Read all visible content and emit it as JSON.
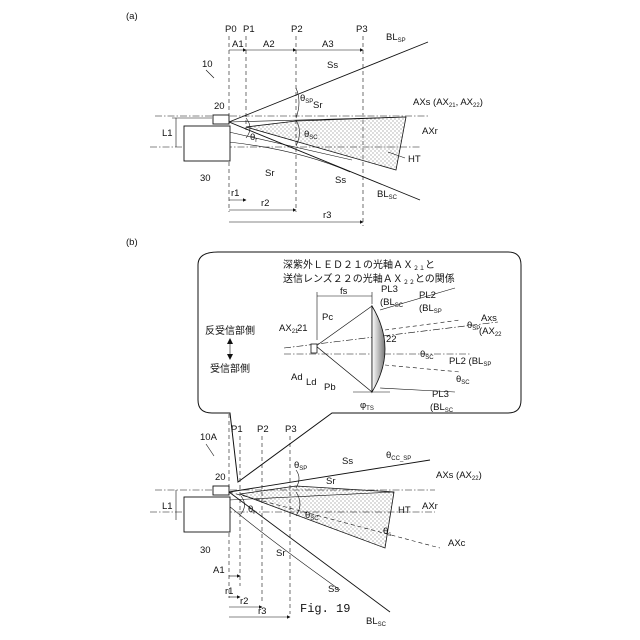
{
  "panel_a": {
    "panel_label": "(a)",
    "device_label": "10",
    "led_label": "20",
    "body_label": "30",
    "width_label": "L1",
    "positions": [
      "P0",
      "P1",
      "P2",
      "P3"
    ],
    "intervals": [
      "A1",
      "A2",
      "A3"
    ],
    "radii": [
      "r1",
      "r2",
      "r3"
    ],
    "rays": {
      "bl_sp": "BL",
      "bl_sp_sub": "SP",
      "bl_sc": "BL",
      "bl_sc_sub": "SC",
      "ss_upper": "Ss",
      "ss_lower": "Ss",
      "sr_upper": "Sr",
      "sr_lower": "Sr"
    },
    "axes": {
      "axs": "AXs (AX",
      "axs_sub1": "21",
      "axs_mid": ", AX",
      "axs_sub2": "22",
      "axs_end": ")",
      "axr": "AXr",
      "ht": "HT"
    },
    "angles": {
      "theta_sp": "θ",
      "theta_sp_sub": "SP",
      "theta_sc": "θ",
      "theta_sc_sub": "SC",
      "theta_r": "θ",
      "theta_r_sub": "r"
    }
  },
  "panel_b": {
    "panel_label": "(b)",
    "device_label": "10A",
    "led_label": "20",
    "body_label": "30",
    "width_label": "L1",
    "positions": [
      "P1",
      "P2",
      "P3"
    ],
    "intervals": [
      "A1"
    ],
    "radii": [
      "r1",
      "r2",
      "r3"
    ],
    "rays": {
      "ss_upper": "Ss",
      "ss_lower": "Ss",
      "sr_upper": "Sr",
      "sr_lower": "Sr",
      "bl_sc": "BL",
      "bl_sc_sub": "SC"
    },
    "axes": {
      "axs": "AXs (AX",
      "axs_sub": "22",
      "axs_end": ")",
      "axr": "AXr",
      "ht": "HT",
      "axc": "AXc"
    },
    "angles": {
      "theta_sp": "θ",
      "theta_sp_sub": "SP",
      "theta_sc": "θ",
      "theta_sc_sub": "SC",
      "theta_r": "θ",
      "theta_r_sub": "r",
      "theta_s": "θ",
      "theta_s_sub": "s",
      "theta_cc": "θ",
      "theta_cc_sub": "CC_SP"
    }
  },
  "callout": {
    "title_line1": "深紫外ＬＥＤ２１の光軸ＡＸ",
    "title_line1_sub": "２１",
    "title_line1_end": "と",
    "title_line2": "送信レンズ２２の光軸ＡＸ",
    "title_line2_sub": "２２",
    "title_line2_end": "との関係",
    "left_top": "反受信部側",
    "left_bottom": "受信部側",
    "ax21": "AX",
    "ax21_sub": "21",
    "led21": "21",
    "fs": "fs",
    "pc": "Pc",
    "pb": "Pb",
    "ad": "Ad",
    "ld": "Ld",
    "lens22": "22",
    "phi": "φ",
    "phi_sub": "TS",
    "pl3_top": "PL3",
    "pl3_top_bl": "(BL",
    "pl3_top_sub": "SC",
    "pl2_top": "PL2",
    "pl2_top_bl": "(BL",
    "pl2_top_sub": "SP",
    "pl2_mid": "PL2 (BL",
    "pl2_mid_sub": "SP",
    "pl3_bottom": "PL3",
    "pl3_bottom_bl": "(BL",
    "pl3_bottom_sub": "SC",
    "axs": "Axs",
    "axs_paren": "(AX",
    "axs_sub": "22",
    "theta_sp": "θ",
    "theta_sp_sub": "SP",
    "theta_sc": "θ",
    "theta_sc_sub": "SC",
    "theta_sc2": "θ",
    "theta_sc2_sub": "SC"
  },
  "caption": "Fig. 19"
}
